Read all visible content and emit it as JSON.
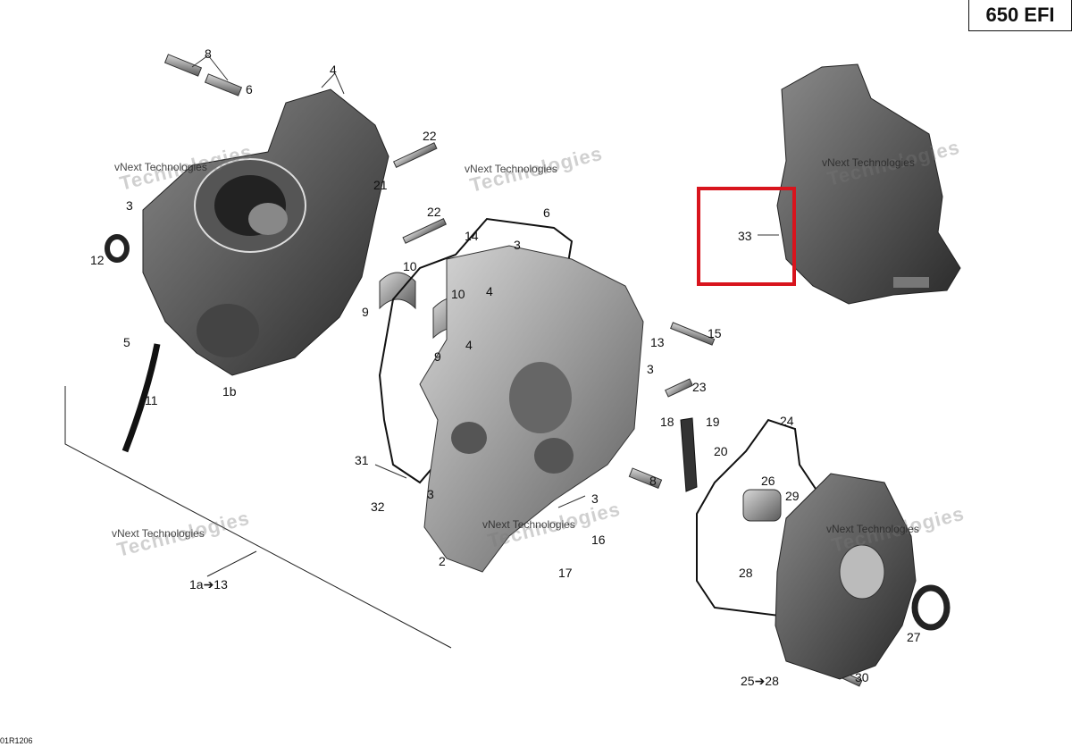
{
  "model_badge": "650 EFI",
  "drawing_code": "01R1206",
  "highlight_color": "#d8141d",
  "watermark": {
    "line1": "vNext Technologies",
    "line2": "Technologies"
  },
  "callouts": [
    "8",
    "6",
    "4",
    "22",
    "21",
    "3",
    "12",
    "5",
    "11",
    "1b",
    "22",
    "14",
    "6",
    "10",
    "3",
    "4",
    "9",
    "10",
    "9",
    "4",
    "15",
    "13",
    "3",
    "23",
    "18",
    "19",
    "24",
    "20",
    "26",
    "29",
    "8",
    "31",
    "32",
    "3",
    "3",
    "16",
    "2",
    "17",
    "28",
    "27",
    "25➔28",
    "30",
    "1a➔13",
    "33"
  ]
}
